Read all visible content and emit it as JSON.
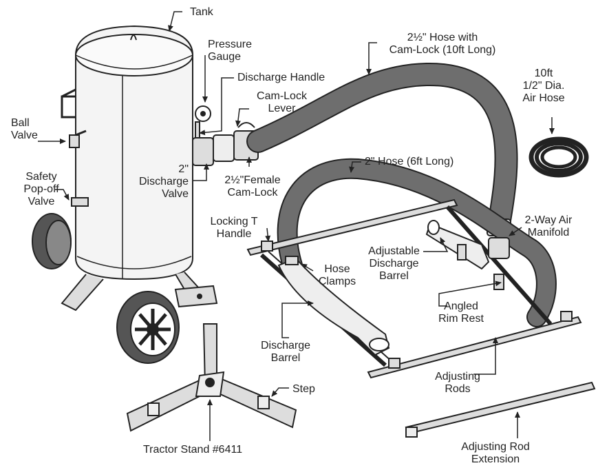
{
  "labels": {
    "tank": "Tank",
    "pressure_gauge": [
      "Pressure",
      "Gauge"
    ],
    "discharge_handle": "Discharge Handle",
    "camlock_lever": [
      "Cam-Lock",
      "Lever"
    ],
    "ball_valve": [
      "Ball",
      "Valve"
    ],
    "discharge_valve": [
      "2\"",
      "Discharge",
      "Valve"
    ],
    "female_camlock": [
      "2½\"Female",
      "Cam-Lock"
    ],
    "safety_valve": [
      "Safety",
      "Pop-off",
      "Valve"
    ],
    "hose_25": [
      "2½\" Hose with",
      "Cam-Lock (10ft Long)"
    ],
    "air_hose": [
      "10ft",
      "1/2\" Dia.",
      "Air Hose"
    ],
    "hose_2": "2\" Hose (6ft Long)",
    "locking_t": [
      "Locking T",
      "Handle"
    ],
    "manifold": [
      "2-Way Air",
      "Manifold"
    ],
    "adj_barrel": [
      "Adjustable",
      "Discharge",
      "Barrel"
    ],
    "hose_clamps": [
      "Hose",
      "Clamps"
    ],
    "rim_rest": [
      "Angled",
      "Rim Rest"
    ],
    "discharge_barrel": [
      "Discharge",
      "Barrel"
    ],
    "adj_rods": [
      "Adjusting",
      "Rods"
    ],
    "step": "Step",
    "tractor_stand": "Tractor Stand #6411",
    "rod_extension": [
      "Adjusting Rod",
      "Extension"
    ]
  },
  "colors": {
    "line": "#222222",
    "hose": "#6e6e6e",
    "metal": "#e6e6e6",
    "dark": "#444444"
  }
}
